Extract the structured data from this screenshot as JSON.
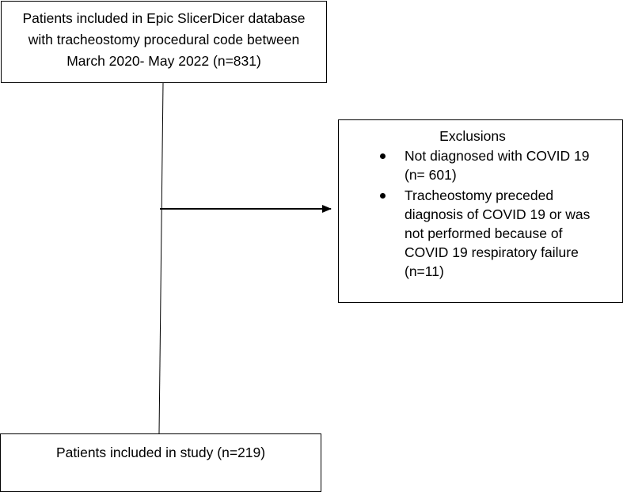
{
  "top_box": {
    "lines": [
      "Patients included in Epic SlicerDicer database",
      "with tracheostomy procedural code between",
      "March 2020- May 2022 (n=831)"
    ]
  },
  "exclusions": {
    "title": "Exclusions",
    "items": [
      {
        "lines": [
          "Not diagnosed with COVID 19",
          "(n= 601)"
        ]
      },
      {
        "lines": [
          "Tracheostomy preceded",
          "diagnosis of COVID 19 or was",
          "not performed because of",
          "COVID 19 respiratory failure",
          "(n=11)"
        ]
      }
    ]
  },
  "bottom_box": {
    "text": "Patients included in study (n=219)"
  }
}
